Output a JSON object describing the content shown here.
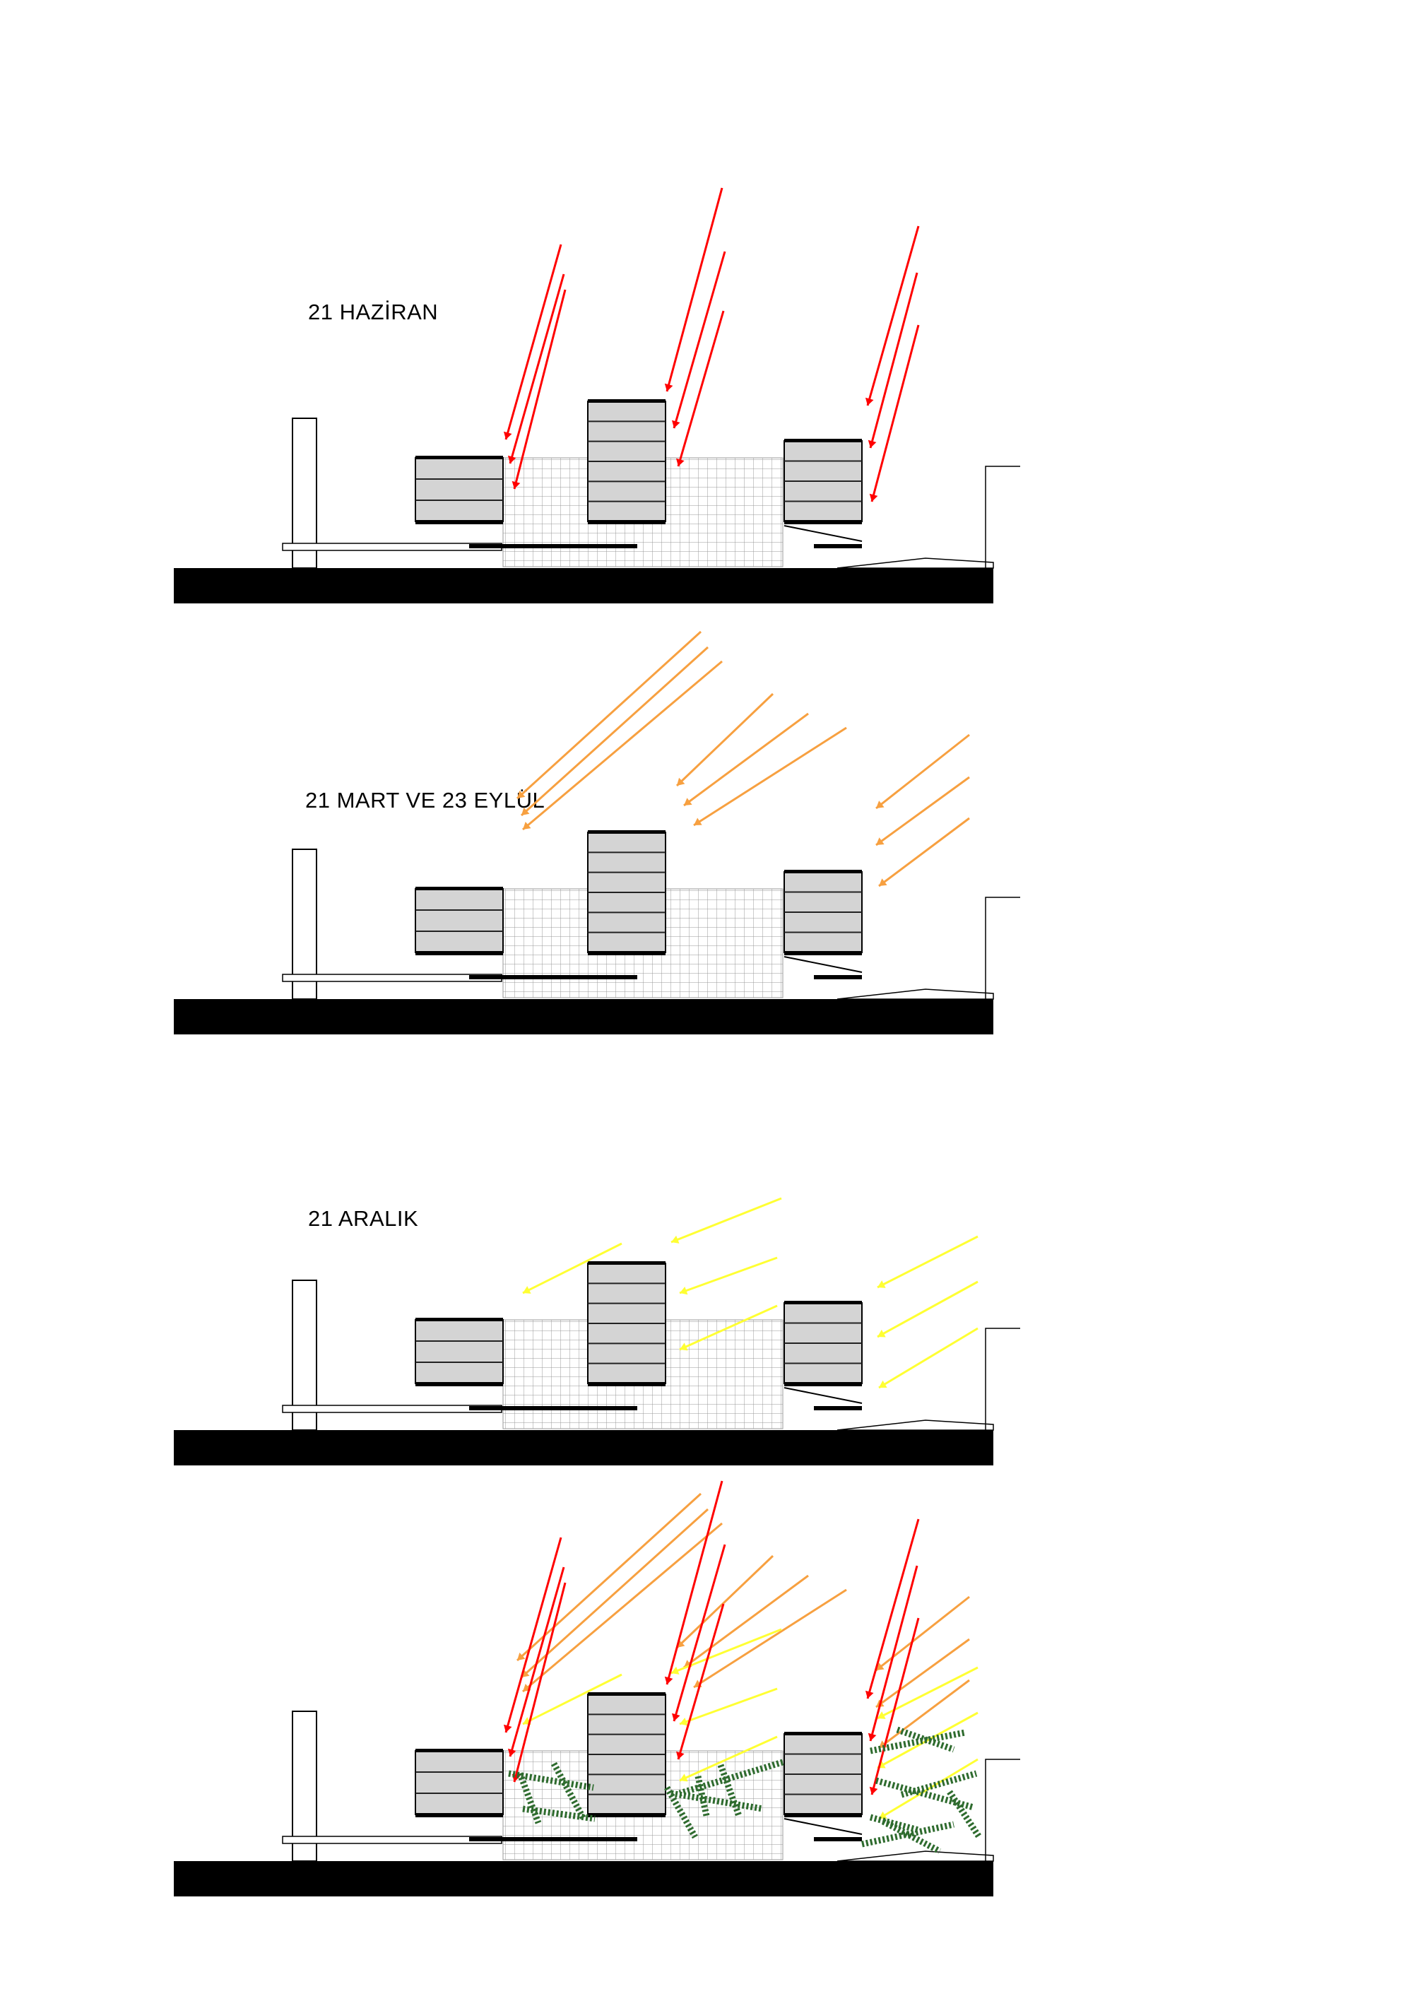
{
  "sections": [
    {
      "id": "june",
      "label": "21 HAZİRAN"
    },
    {
      "id": "equinox",
      "label": "21 MART VE 23 EYLÜL"
    },
    {
      "id": "december",
      "label": "21 ARALIK"
    },
    {
      "id": "combined",
      "label": ""
    }
  ],
  "colors": {
    "summer_ray": "#ff0000",
    "equinox_ray": "#f7a040",
    "winter_ray": "#ffff33",
    "vegetation": "#2e6b2e",
    "ground": "#000000",
    "building_fill": "#d4d4d4",
    "grid_line": "#999999"
  }
}
